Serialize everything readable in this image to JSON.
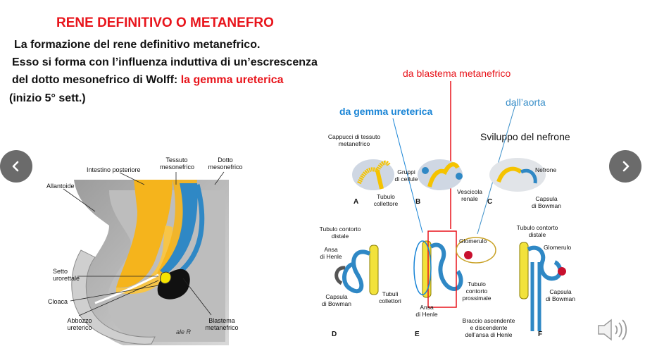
{
  "slide": {
    "title": "RENE DEFINITIVO O METANEFRO",
    "line1": "La formazione del rene definitivo metanefrico.",
    "line2": "Esso si forma con l’influenza induttiva di un’escrescenza",
    "line3_prefix": "del dotto mesonefrico di Wolff: ",
    "line3_highlight": "la gemma ureterica",
    "line4": "(inizio 5° sett.)"
  },
  "left_figure": {
    "labels": {
      "intestino": "Intestino posteriore",
      "tessuto_1": "Tessuto",
      "tessuto_2": "mesonefrico",
      "dotto_1": "Dotto",
      "dotto_2": "mesonefrico",
      "allantoide": "Allantoide",
      "setto_1": "Setto",
      "setto_2": "urorettale",
      "cloaca": "Cloaca",
      "abbozzo_1": "Abbozzo",
      "abbozzo_2": "ureterico",
      "blastema_1": "Blastema",
      "blastema_2": "metanefrico",
      "signature": "ale R"
    }
  },
  "right_figure": {
    "annotations": {
      "da_blastema": "da blastema metanefrico",
      "dall_aorta": "dall’aorta",
      "da_gemma": "da gemma ureterica",
      "sviluppo": "Sviluppo del nefrone"
    },
    "labels": {
      "cappucci_1": "Cappucci di tessuto",
      "cappucci_2": "metanefrico",
      "gruppi_1": "Gruppi",
      "gruppi_2": "di cellule",
      "tubulo_coll_1": "Tubulo",
      "tubulo_coll_2": "collettore",
      "vescicola_1": "Vescicola",
      "vescicola_2": "renale",
      "nefrone": "Nefrone",
      "capsula_c_1": "Capsula",
      "capsula_c_2": "di Bowman",
      "tcd_d_1": "Tubulo contorto",
      "tcd_d_2": "distale",
      "ansa_1": "Ansa",
      "ansa_2": "di Henle",
      "capsula_d_1": "Capsula",
      "capsula_d_2": "di Bowman",
      "tubuli_coll_1": "Tubuli",
      "tubuli_coll_2": "collettori",
      "glomerulo_e": "Glomerulo",
      "ansa_e_1": "Ansa",
      "ansa_e_2": "di Henle",
      "tcp_1": "Tubulo",
      "tcp_2": "contorto",
      "tcp_3": "prossimale",
      "tcd_f_1": "Tubulo contorto",
      "tcd_f_2": "distale",
      "glomerulo_f": "Glomerulo",
      "capsula_f_1": "Capsula",
      "capsula_f_2": "di Bowman",
      "braccio_1": "Braccio ascendente",
      "braccio_2": "e discendente",
      "braccio_3": "dell’ansa di Henle"
    },
    "letters": {
      "a": "A",
      "b": "B",
      "c": "C",
      "d": "D",
      "e": "E",
      "f": "F"
    }
  },
  "controls": {
    "prev_icon": "chevron-left-icon",
    "next_icon": "chevron-right-icon",
    "audio_icon": "speaker-icon"
  },
  "colors": {
    "title_red": "#e8141b",
    "annotation_blue": "#1a85d6",
    "annotation_steelblue": "#3a8fc9",
    "gold": "#f5b41c",
    "duct_blue": "#2f88c5",
    "nav_gray": "#6b6b6b"
  }
}
